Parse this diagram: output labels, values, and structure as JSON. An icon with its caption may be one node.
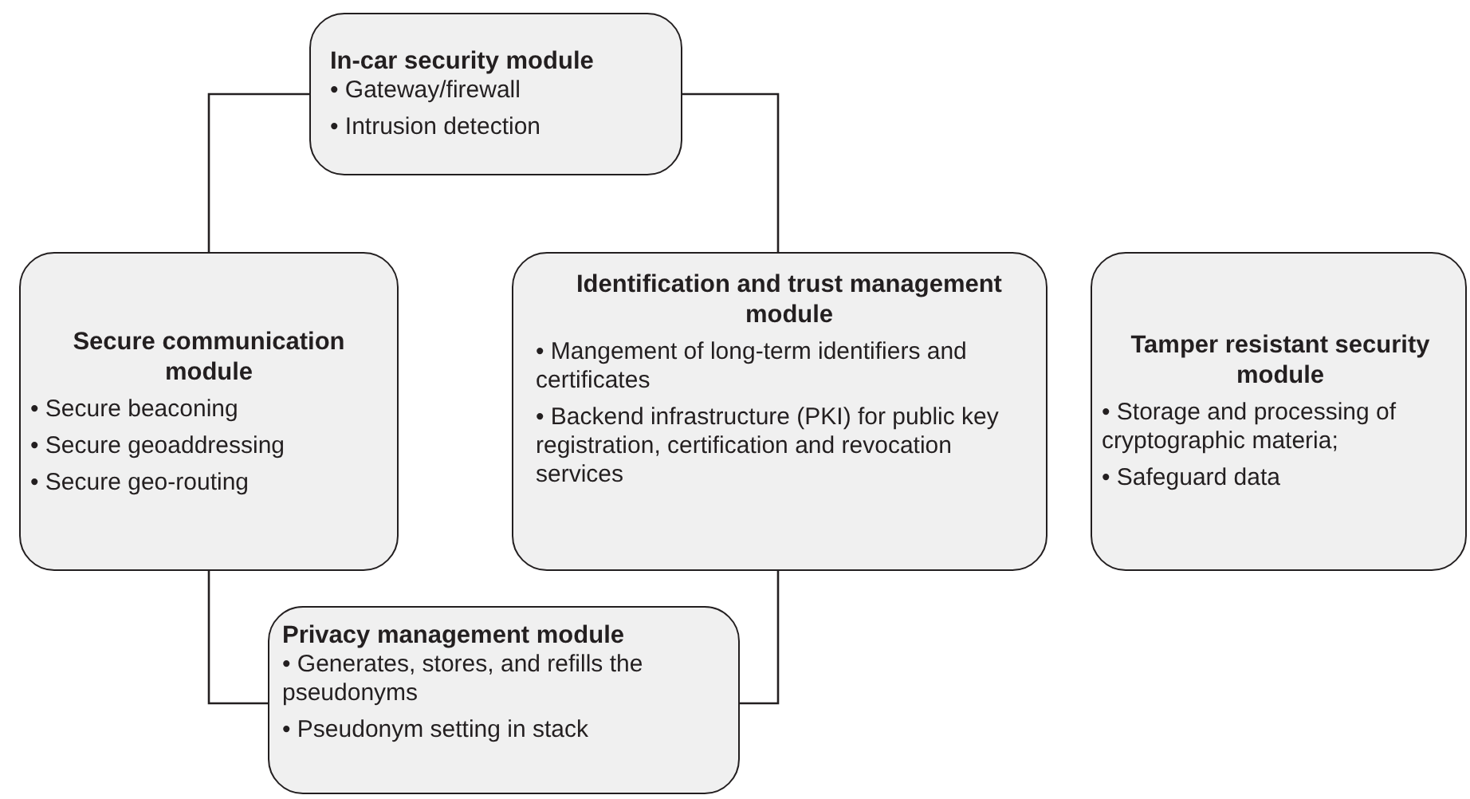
{
  "diagram": {
    "nodes": [
      {
        "text": [
          "In-car security module",
          "• Gateway/firewall",
          "• Intrusion detection"
        ]
      },
      {
        "text": [
          "Secure communication module",
          "• Secure beaconing",
          "• Secure geoaddressing",
          "• Secure geo-routing"
        ]
      },
      {
        "text": [
          "Identification and trust management module",
          "• Mangement of long-term identifiers and certificates",
          "• Backend infrastructure (PKI) for public key registration, certification and revocation services"
        ]
      },
      {
        "text": [
          "Tamper resistant security module",
          "• Storage and processing of cryptographic materia;",
          "• Safeguard data"
        ]
      },
      {
        "text": [
          "Privacy management module",
          "• Generates, stores, and refills the pseudonyms",
          "• Pseudonym setting in stack"
        ]
      }
    ],
    "edges": [
      {
        "from": 0,
        "to": 1,
        "arrow": "none"
      },
      {
        "from": 0,
        "to": 2,
        "arrow": "none"
      },
      {
        "from": 1,
        "to": 4,
        "arrow": "none"
      },
      {
        "from": 2,
        "to": 4,
        "arrow": "none"
      }
    ]
  }
}
